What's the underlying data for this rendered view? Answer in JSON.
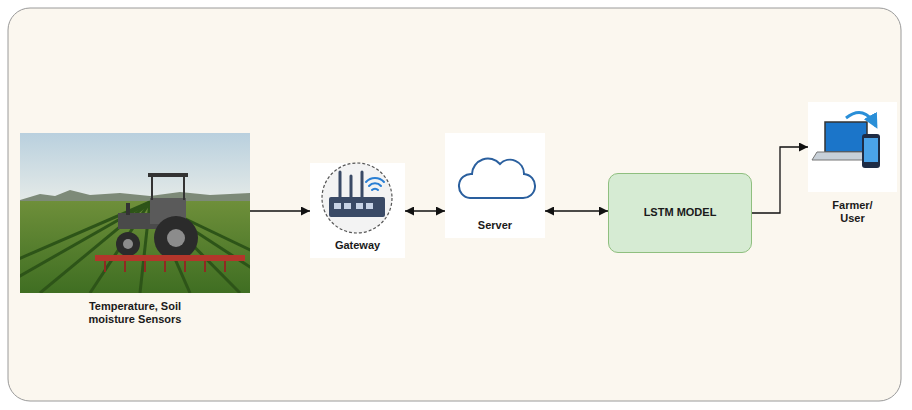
{
  "diagram": {
    "nodes": [
      {
        "text": [
          "Temperature, Soil moisture Sensors"
        ]
      },
      {
        "text": [
          "Gateway"
        ]
      },
      {
        "text": [
          "Server"
        ]
      },
      {
        "text": [
          "LSTM MODEL"
        ]
      },
      {
        "text": [
          "Farmer/ User"
        ]
      }
    ],
    "edges": [
      {
        "from": 0,
        "to": 1,
        "arrow": "to"
      },
      {
        "from": 1,
        "to": 2,
        "arrow": "both"
      },
      {
        "from": 2,
        "to": 3,
        "arrow": "both"
      },
      {
        "from": 3,
        "to": 4,
        "arrow": "to"
      }
    ]
  }
}
